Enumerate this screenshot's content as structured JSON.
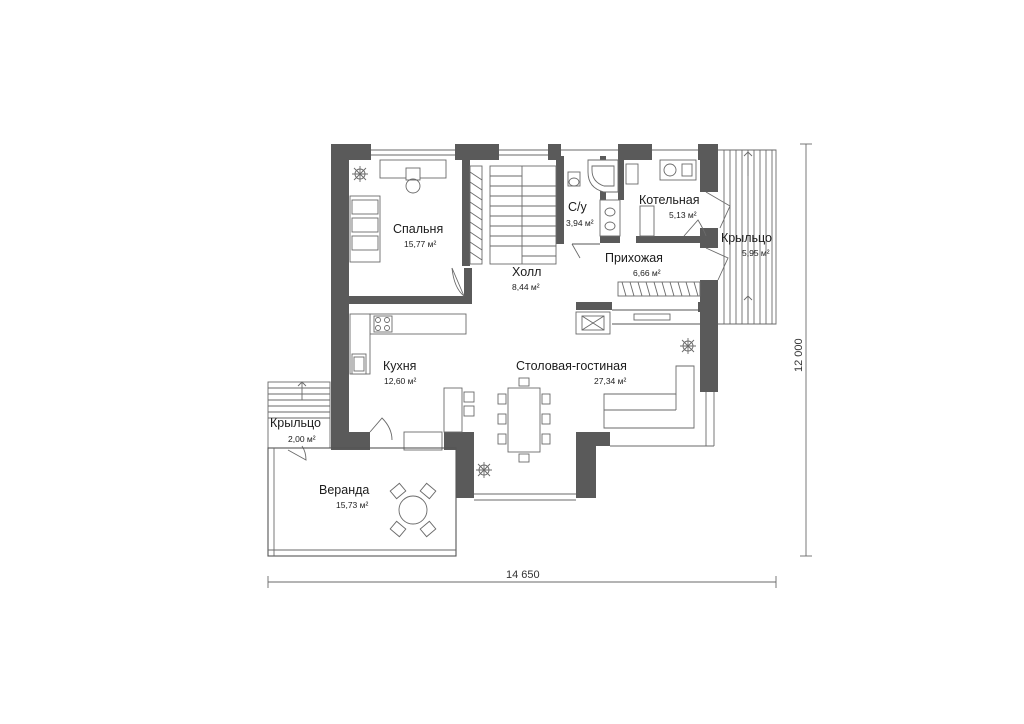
{
  "rooms": [
    {
      "name": "Спальня",
      "area": "15,77 м²"
    },
    {
      "name": "Холл",
      "area": "8,44 м²"
    },
    {
      "name": "С/у",
      "area": "3,94 м²"
    },
    {
      "name": "Котельная",
      "area": "5,13 м²"
    },
    {
      "name": "Прихожая",
      "area": "6,66 м²"
    },
    {
      "name": "Крыльцо",
      "area": "5,95 м²"
    },
    {
      "name": "Кухня",
      "area": "12,60 м²"
    },
    {
      "name": "Столовая-гостиная",
      "area": "27,34 м²"
    },
    {
      "name": "Крыльцо",
      "area": "2,00 м²"
    },
    {
      "name": "Веранда",
      "area": "15,73 м²"
    }
  ],
  "dimensions": {
    "width": "14 650",
    "height": "12 000"
  },
  "colors": {
    "wall": "#5a5a5a",
    "line": "#6a6a6a",
    "background": "#ffffff"
  }
}
